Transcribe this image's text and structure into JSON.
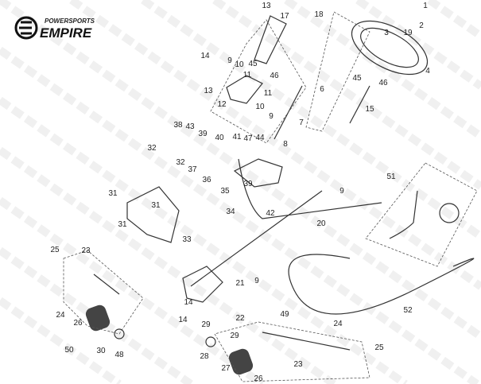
{
  "brand": {
    "top": "POWERSPORTS",
    "main": "EMPIRE"
  },
  "watermark": "POWERSPORTS EMPIRE",
  "callouts": [
    "1",
    "2",
    "3",
    "19",
    "4",
    "45",
    "46",
    "15",
    "13",
    "17",
    "18",
    "14",
    "9",
    "10",
    "11",
    "45",
    "46",
    "13",
    "12",
    "11",
    "10",
    "9",
    "6",
    "7",
    "8",
    "38",
    "43",
    "39",
    "40",
    "41",
    "47",
    "44",
    "32",
    "32",
    "37",
    "36",
    "35",
    "39",
    "34",
    "42",
    "9",
    "31",
    "31",
    "31",
    "33",
    "20",
    "51",
    "52",
    "25",
    "23",
    "24",
    "26",
    "50",
    "30",
    "48",
    "14",
    "14",
    "21",
    "9",
    "22",
    "29",
    "29",
    "28",
    "27",
    "26",
    "23",
    "49",
    "24",
    "25"
  ]
}
